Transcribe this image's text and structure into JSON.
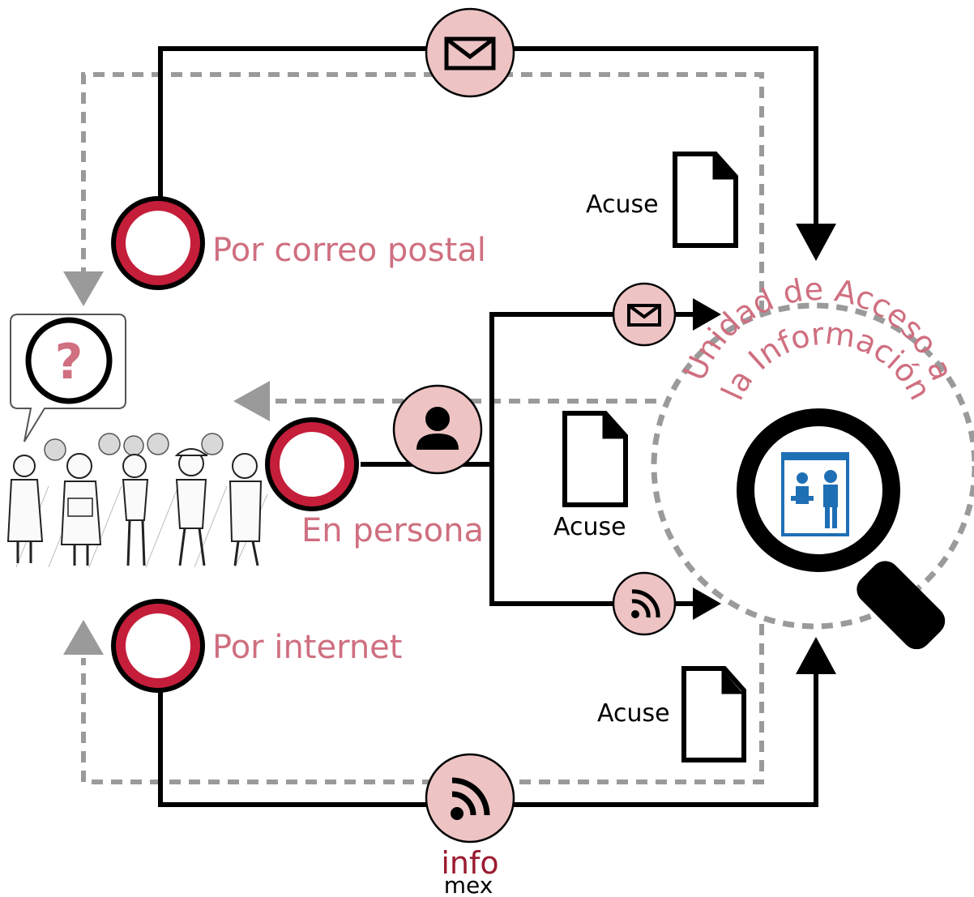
{
  "routes": {
    "postal": "Por correo postal",
    "in_person": "En persona",
    "internet": "Por internet"
  },
  "acuse": {
    "top": "Acuse",
    "middle": "Acuse",
    "bottom": "Acuse"
  },
  "unit": {
    "line1": "Unidad de Acceso a",
    "line2": "la Información"
  },
  "infomex": {
    "info": "info",
    "mex": "mex"
  },
  "question_mark": "?",
  "icons": {
    "postal": "envelope-icon",
    "in_person": "person-icon",
    "internet": "rss-icon",
    "document": "document-icon",
    "unit": "magnifier-icon",
    "people": "crowd-illustration"
  },
  "colors": {
    "label_pink": "#cf6f80",
    "ring_red": "#c41e3a",
    "badge_pink": "#edc3c3",
    "dash_gray": "#9a9a9a",
    "info_dark_red": "#9b1b30",
    "office_blue": "#1f6fb5"
  }
}
